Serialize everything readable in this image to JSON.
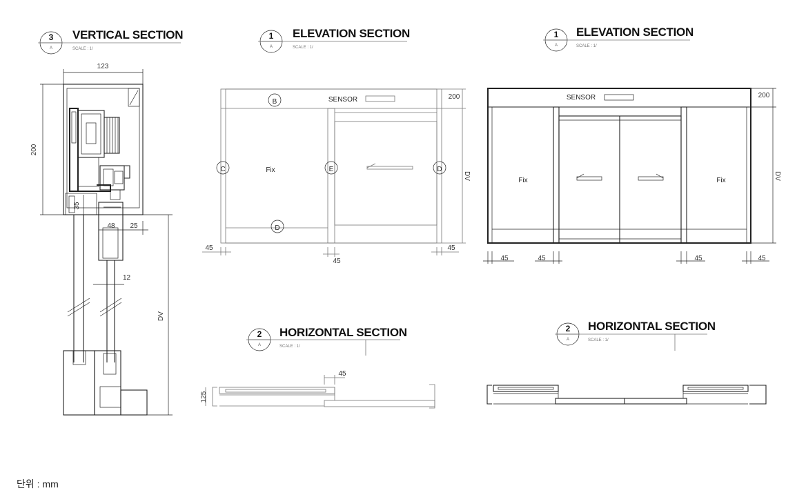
{
  "titles": {
    "vertical": {
      "num": "3",
      "sub": "A",
      "label": "VERTICAL SECTION",
      "scale": "SCALE : 1/"
    },
    "elev1": {
      "num": "1",
      "sub": "A",
      "label": "ELEVATION SECTION",
      "scale": "SCALE : 1/"
    },
    "elev2": {
      "num": "1",
      "sub": "A",
      "label": "ELEVATION SECTION",
      "scale": "SCALE : 1/"
    },
    "horiz1": {
      "num": "2",
      "sub": "A",
      "label": "HORIZONTAL SECTION",
      "scale": "SCALE : 1/"
    },
    "horiz2": {
      "num": "2",
      "sub": "A",
      "label": "HORIZONTAL SECTION",
      "scale": "SCALE : 1/"
    }
  },
  "vertical": {
    "dim_width": "123",
    "dim_height": "200",
    "dim_35": "35",
    "dim_48": "48",
    "dim_25": "25",
    "dim_12": "12",
    "dim_dv": "DV"
  },
  "elev1": {
    "sensor": "SENSOR",
    "fix": "Fix",
    "marker_b": "B",
    "marker_c": "C",
    "marker_e": "E",
    "marker_d_right": "D",
    "marker_d_bottom": "D",
    "dim_200": "200",
    "dim_dv": "DV",
    "dim_45_left": "45",
    "dim_45_mid": "45",
    "dim_45_right": "45"
  },
  "elev2": {
    "sensor": "SENSOR",
    "fix_left": "Fix",
    "fix_right": "Fix",
    "dim_200": "200",
    "dim_dv": "DV",
    "dim_45_a": "45",
    "dim_45_b": "45",
    "dim_45_c": "45",
    "dim_45_d": "45"
  },
  "horiz1": {
    "dim_45": "45",
    "dim_125": "125"
  },
  "unit_note": "단위 : mm"
}
